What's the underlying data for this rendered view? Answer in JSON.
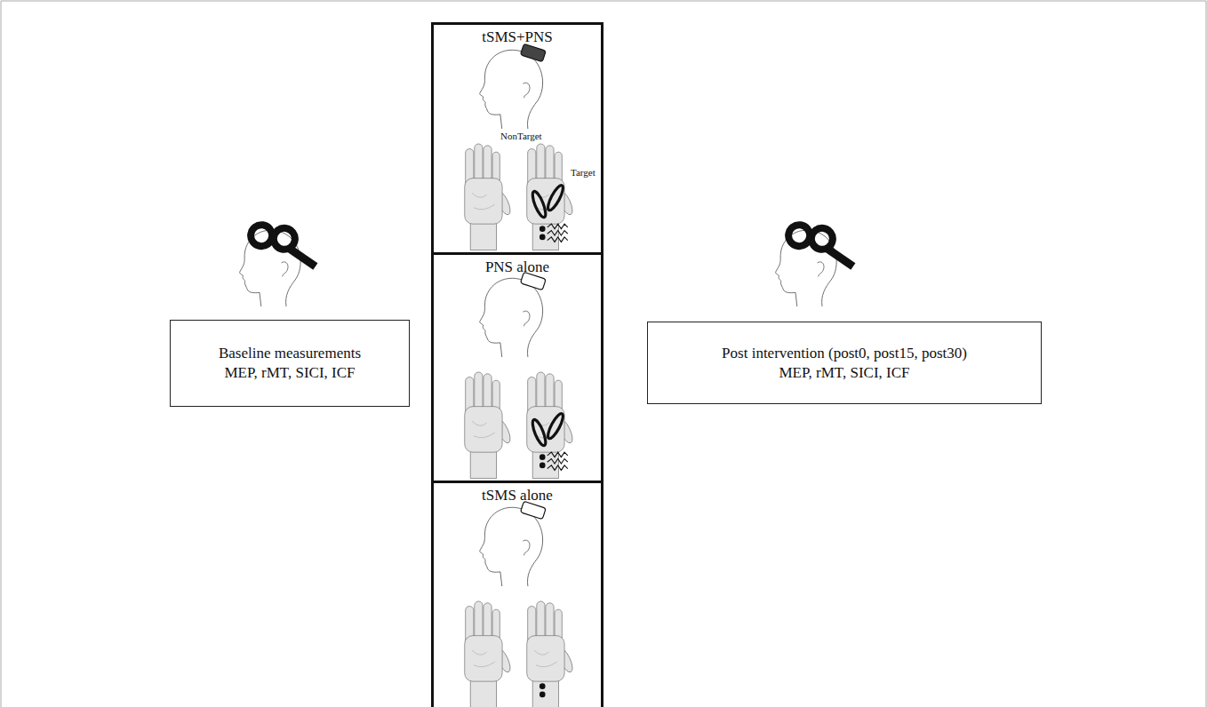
{
  "diagram": {
    "nodes": [
      {
        "text": [
          "Baseline measurements",
          "MEP, rMT, SICI, ICF"
        ]
      },
      {
        "text": [
          "tSMS+PNS"
        ]
      },
      {
        "text": [
          "PNS alone"
        ]
      },
      {
        "text": [
          "tSMS alone"
        ]
      },
      {
        "text": [
          "Post intervention (post0, post15, post30)",
          "MEP, rMT, SICI, ICF"
        ]
      }
    ],
    "labels": [
      "NonTarget",
      "Target"
    ]
  }
}
